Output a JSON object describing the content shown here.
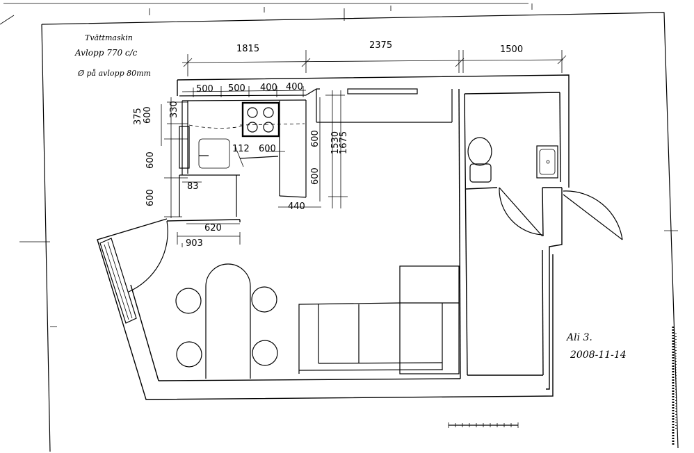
{
  "notes": {
    "line1": "Tvättmaskin",
    "line2": "Avlopp 770 c/c",
    "line3": "Ø på avlopp 80mm"
  },
  "signature": {
    "initials": "Ali 3.",
    "date": "2008-11-14"
  },
  "dimensions": {
    "top_1": "1815",
    "top_2": "2375",
    "top_3": "1500",
    "cab_1": "500",
    "cab_2": "500",
    "cab_3": "400",
    "cab_4": "400",
    "left_375": "375",
    "left_600a": "600",
    "left_330": "330",
    "left_600b": "600",
    "left_600c": "600",
    "d_112": "112",
    "d_600": "600",
    "d_83": "83",
    "r_600a": "600",
    "r_1530": "1530",
    "r_1675": "1675",
    "r_600b": "600",
    "d_440": "440",
    "d_620": "620",
    "d_903": "903"
  }
}
